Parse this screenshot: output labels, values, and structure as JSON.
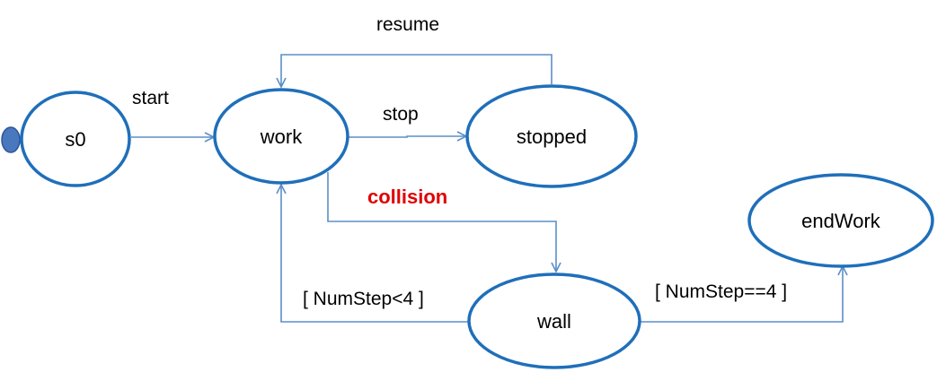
{
  "states": {
    "s0": "s0",
    "work": "work",
    "stopped": "stopped",
    "wall": "wall",
    "endWork": "endWork"
  },
  "transitions": {
    "start": "start",
    "stop": "stop",
    "resume": "resume",
    "collision": "collision",
    "numstep_lt": "[ NumStep<4 ]",
    "numstep_eq": "[ NumStep==4 ]"
  },
  "colors": {
    "state_border": "#1f6fba",
    "edge": "#5b8fc8",
    "initial_marker": "#4a78bf",
    "highlight_label": "#e00000"
  }
}
